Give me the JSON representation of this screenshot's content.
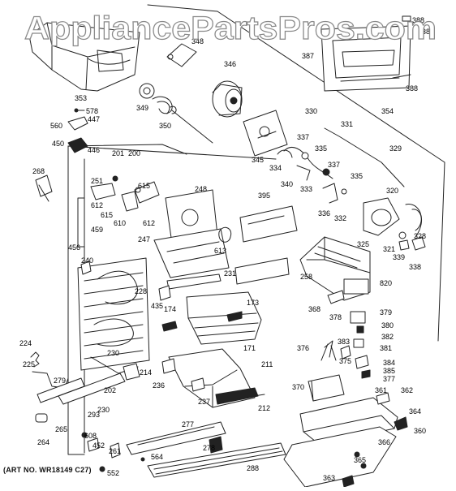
{
  "watermark": "AppliancePartsPros.com",
  "art_number": "(ART NO. WR18149 C27)",
  "callouts": [
    {
      "id": "c-388a",
      "label": "388"
    },
    {
      "id": "c-383",
      "label": "383"
    },
    {
      "id": "c-348",
      "label": "348"
    },
    {
      "id": "c-387",
      "label": "387"
    },
    {
      "id": "c-388b",
      "label": "388"
    },
    {
      "id": "c-346",
      "label": "346"
    },
    {
      "id": "c-353",
      "label": "353"
    },
    {
      "id": "c-349",
      "label": "349"
    },
    {
      "id": "c-350",
      "label": "350"
    },
    {
      "id": "c-578",
      "label": "578"
    },
    {
      "id": "c-447",
      "label": "447"
    },
    {
      "id": "c-560",
      "label": "560"
    },
    {
      "id": "c-450",
      "label": "450"
    },
    {
      "id": "c-446",
      "label": "446"
    },
    {
      "id": "c-330",
      "label": "330"
    },
    {
      "id": "c-354",
      "label": "354"
    },
    {
      "id": "c-331",
      "label": "331"
    },
    {
      "id": "c-337a",
      "label": "337"
    },
    {
      "id": "c-329",
      "label": "329"
    },
    {
      "id": "c-335a",
      "label": "335"
    },
    {
      "id": "c-345",
      "label": "345"
    },
    {
      "id": "c-334",
      "label": "334"
    },
    {
      "id": "c-337b",
      "label": "337"
    },
    {
      "id": "c-340",
      "label": "340"
    },
    {
      "id": "c-333",
      "label": "333"
    },
    {
      "id": "c-335b",
      "label": "335"
    },
    {
      "id": "c-201",
      "label": "201"
    },
    {
      "id": "c-200",
      "label": "200"
    },
    {
      "id": "c-268",
      "label": "268"
    },
    {
      "id": "c-251",
      "label": "251"
    },
    {
      "id": "c-615a",
      "label": "615"
    },
    {
      "id": "c-248",
      "label": "248"
    },
    {
      "id": "c-395",
      "label": "395"
    },
    {
      "id": "c-320",
      "label": "320"
    },
    {
      "id": "c-612a",
      "label": "612"
    },
    {
      "id": "c-615b",
      "label": "615"
    },
    {
      "id": "c-610",
      "label": "610"
    },
    {
      "id": "c-612b",
      "label": "612"
    },
    {
      "id": "c-336",
      "label": "336"
    },
    {
      "id": "c-332",
      "label": "332"
    },
    {
      "id": "c-459",
      "label": "459"
    },
    {
      "id": "c-328",
      "label": "328"
    },
    {
      "id": "c-325",
      "label": "325"
    },
    {
      "id": "c-247",
      "label": "247"
    },
    {
      "id": "c-613",
      "label": "613"
    },
    {
      "id": "c-321",
      "label": "321"
    },
    {
      "id": "c-339",
      "label": "339"
    },
    {
      "id": "c-456",
      "label": "456"
    },
    {
      "id": "c-338",
      "label": "338"
    },
    {
      "id": "c-240",
      "label": "240"
    },
    {
      "id": "c-231",
      "label": "231"
    },
    {
      "id": "c-258",
      "label": "258"
    },
    {
      "id": "c-820",
      "label": "820"
    },
    {
      "id": "c-228",
      "label": "228"
    },
    {
      "id": "c-435",
      "label": "435"
    },
    {
      "id": "c-174",
      "label": "174"
    },
    {
      "id": "c-173",
      "label": "173"
    },
    {
      "id": "c-368",
      "label": "368"
    },
    {
      "id": "c-378",
      "label": "378"
    },
    {
      "id": "c-379",
      "label": "379"
    },
    {
      "id": "c-380",
      "label": "380"
    },
    {
      "id": "c-382",
      "label": "382"
    },
    {
      "id": "c-171",
      "label": "171"
    },
    {
      "id": "c-376",
      "label": "376"
    },
    {
      "id": "c-383b",
      "label": "383"
    },
    {
      "id": "c-381",
      "label": "381"
    },
    {
      "id": "c-224",
      "label": "224"
    },
    {
      "id": "c-230",
      "label": "230"
    },
    {
      "id": "c-375",
      "label": "375"
    },
    {
      "id": "c-384",
      "label": "384"
    },
    {
      "id": "c-225",
      "label": "225"
    },
    {
      "id": "c-211",
      "label": "211"
    },
    {
      "id": "c-385",
      "label": "385"
    },
    {
      "id": "c-214",
      "label": "214"
    },
    {
      "id": "c-377",
      "label": "377"
    },
    {
      "id": "c-279",
      "label": "279"
    },
    {
      "id": "c-236",
      "label": "236"
    },
    {
      "id": "c-202",
      "label": "202"
    },
    {
      "id": "c-370",
      "label": "370"
    },
    {
      "id": "c-361",
      "label": "361"
    },
    {
      "id": "c-362",
      "label": "362"
    },
    {
      "id": "c-212",
      "label": "212"
    },
    {
      "id": "c-237",
      "label": "237"
    },
    {
      "id": "c-230b",
      "label": "230"
    },
    {
      "id": "c-364",
      "label": "364"
    },
    {
      "id": "c-265",
      "label": "265"
    },
    {
      "id": "c-293",
      "label": "293"
    },
    {
      "id": "c-277",
      "label": "277"
    },
    {
      "id": "c-360",
      "label": "360"
    },
    {
      "id": "c-608",
      "label": "608"
    },
    {
      "id": "c-264",
      "label": "264"
    },
    {
      "id": "c-452",
      "label": "452"
    },
    {
      "id": "c-278",
      "label": "278"
    },
    {
      "id": "c-366",
      "label": "366"
    },
    {
      "id": "c-261",
      "label": "261"
    },
    {
      "id": "c-564",
      "label": "564"
    },
    {
      "id": "c-365",
      "label": "365"
    },
    {
      "id": "c-552",
      "label": "552"
    },
    {
      "id": "c-288",
      "label": "288"
    },
    {
      "id": "c-363",
      "label": "363"
    }
  ]
}
